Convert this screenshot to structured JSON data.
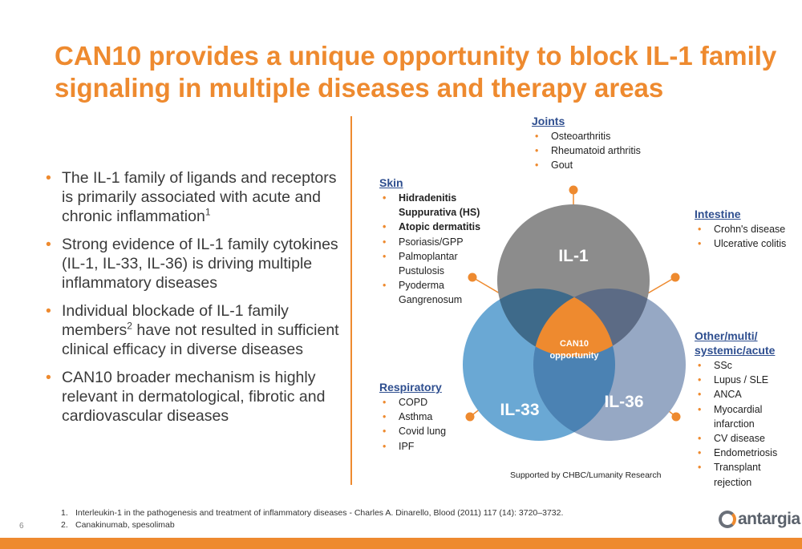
{
  "title": {
    "line1": "CAN10 provides a unique opportunity to block IL-1 family",
    "line2": "signaling in multiple diseases and therapy areas"
  },
  "bullets": [
    {
      "text": "The IL-1 family of ligands and receptors is primarily associated with acute and chronic inflammation",
      "sup": "1",
      "tail": ""
    },
    {
      "text": "Strong evidence of IL-1 family cytokines (IL-1, IL-33, IL-36) is driving multiple inflammatory diseases",
      "sup": "",
      "tail": ""
    },
    {
      "text": "Individual blockade of IL-1 family members",
      "sup": "2",
      "tail": " have not resulted in sufficient clinical efficacy in diverse diseases"
    },
    {
      "text": "CAN10 broader mechanism is highly relevant in dermatological, fibrotic and cardiovascular diseases",
      "sup": "",
      "tail": ""
    }
  ],
  "venn": {
    "circles": {
      "il1": {
        "label": "IL-1",
        "color": "#8c8c8c"
      },
      "il33": {
        "label": "IL-33",
        "color": "#6aa8d4"
      },
      "il36": {
        "label": "IL-36",
        "color": "#96a8c4"
      }
    },
    "center": {
      "line1": "CAN10",
      "line2": "opportunity",
      "color": "#ee8a2f"
    },
    "connector_color": "#ee8a2f"
  },
  "groups": {
    "joints": {
      "title": "Joints",
      "items": [
        "Osteoarthritis",
        "Rheumatoid arthritis",
        "Gout"
      ]
    },
    "skin": {
      "title": "Skin",
      "items": [
        "Hidradenitis",
        "Suppurativa (HS)",
        "Atopic dermatitis",
        "Psoriasis/GPP",
        "Palmoplantar",
        "Pustulosis",
        "Pyoderma",
        "Gangrenosum"
      ]
    },
    "intestine": {
      "title": "Intestine",
      "items": [
        "Crohn's disease",
        "Ulcerative colitis"
      ]
    },
    "other": {
      "title1": "Other/multi/",
      "title2": "systemic/acute",
      "items": [
        "SSc",
        "Lupus / SLE",
        "ANCA",
        "Myocardial",
        "infarction",
        "CV disease",
        "Endometriosis",
        "Transplant",
        "rejection"
      ]
    },
    "respiratory": {
      "title": "Respiratory",
      "items": [
        "COPD",
        "Asthma",
        "Covid lung",
        "IPF"
      ]
    }
  },
  "support": "Supported by CHBC/Lumanity Research",
  "footnotes": [
    {
      "num": "1.",
      "text": "Interleukin-1 in the pathogenesis and treatment of inflammatory diseases - Charles A. Dinarello, Blood (2011) 117 (14): 3720–3732."
    },
    {
      "num": "2.",
      "text": "Canakinumab, spesolimab"
    }
  ],
  "page_number": "6",
  "logo": {
    "text": "antargia"
  },
  "colors": {
    "accent": "#ee8a2f",
    "heading_blue": "#2e4e8f"
  }
}
